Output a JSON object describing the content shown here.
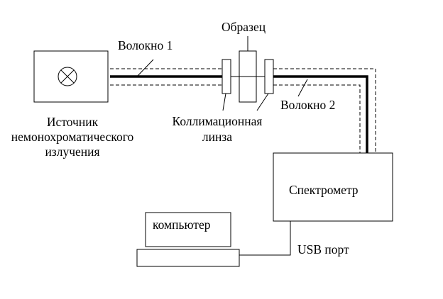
{
  "labels": {
    "sample": "Образец",
    "fiber1": "Волокно 1",
    "fiber2": "Волокно 2",
    "source_line1": "Источник",
    "source_line2": "немонохроматического",
    "source_line3": "излучения",
    "lens_line1": "Коллимационная",
    "lens_line2": "линза",
    "spectrometer": "Спектрометр",
    "computer": "компьютер",
    "usb": "USB порт"
  },
  "icons": {
    "lamp": "lamp-cross-icon"
  }
}
